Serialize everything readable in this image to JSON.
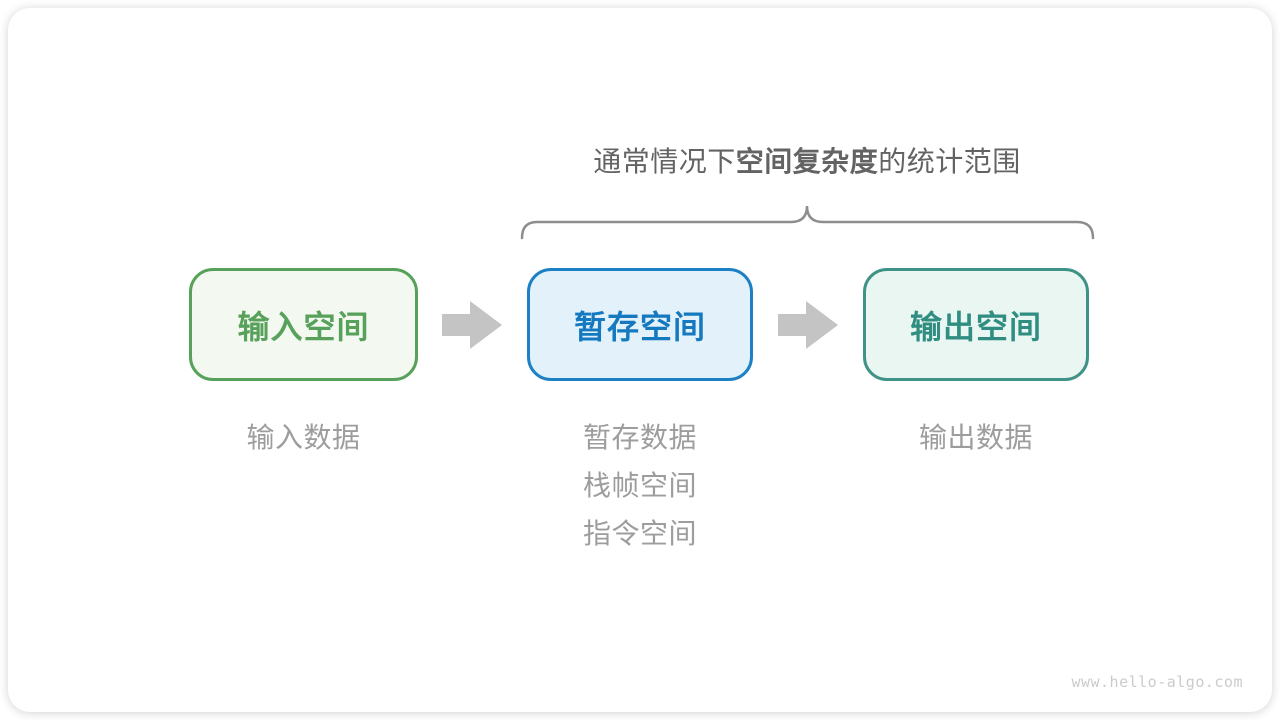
{
  "title": {
    "prefix": "通常情况下",
    "bold": "空间复杂度",
    "suffix": "的统计范围"
  },
  "boxes": [
    {
      "id": "input",
      "label": "输入空间",
      "border_color": "#57A15B",
      "bg_color": "#F3F9F0",
      "text_color": "#57A15B"
    },
    {
      "id": "temp",
      "label": "暂存空间",
      "border_color": "#1C80C5",
      "bg_color": "#E3F1FB",
      "text_color": "#1579BF"
    },
    {
      "id": "output",
      "label": "输出空间",
      "border_color": "#3F9286",
      "bg_color": "#EAF6F1",
      "text_color": "#2F8E81"
    }
  ],
  "captions": {
    "input": {
      "line1": "输入数据"
    },
    "temp": {
      "line1": "暂存数据",
      "line2": "栈帧空间",
      "line3": "指令空间"
    },
    "output": {
      "line1": "输出数据"
    }
  },
  "colors": {
    "arrow": "#C4C4C4",
    "brace": "#8E8E8E",
    "title_text": "#636363",
    "caption_text": "#9D9D9D",
    "watermark_text": "#CBCBCB"
  },
  "watermark": "www.hello-algo.com"
}
